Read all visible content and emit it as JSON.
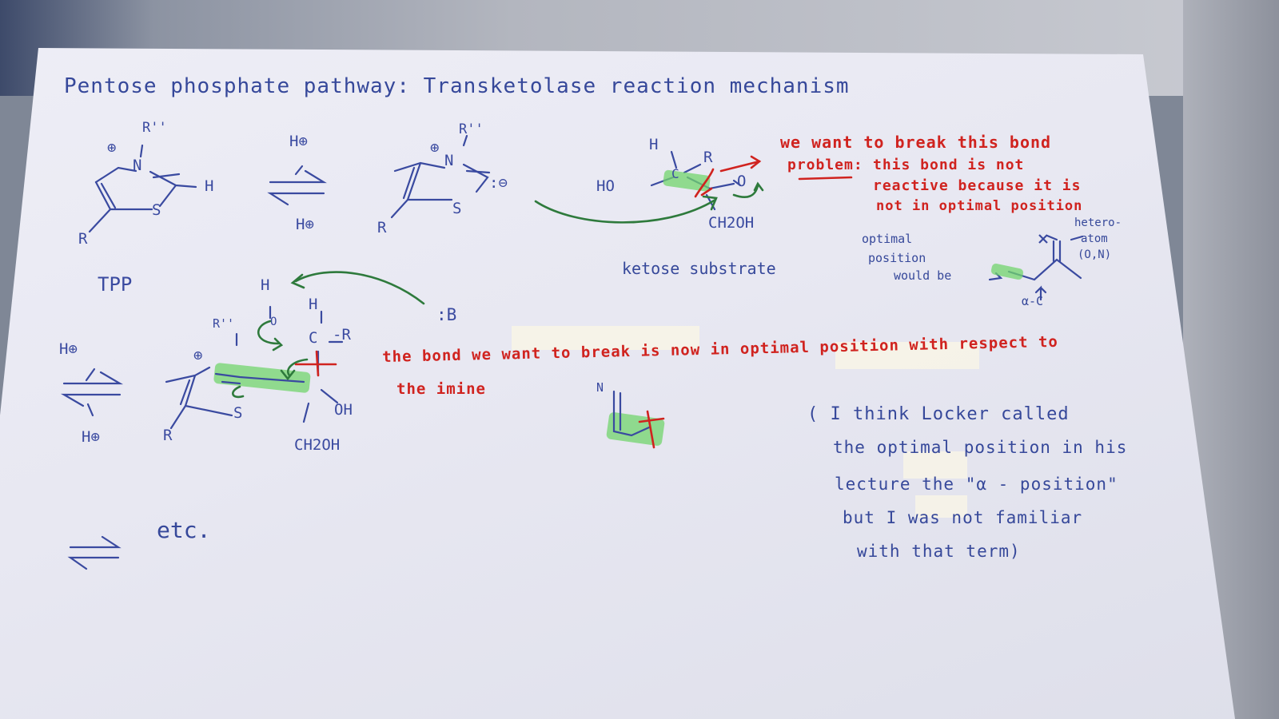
{
  "title": "Pentose phosphate pathway: Transketolase reaction mechanism",
  "tpp": {
    "label": "TPP",
    "r_top": "R''",
    "r_bottom": "R",
    "n": "N",
    "s": "S",
    "h": "H",
    "plus": "⊕",
    "minus": ":⊖"
  },
  "equilibrium": {
    "h_top": "H⊕",
    "h_bottom": "H⊕"
  },
  "ketose": {
    "label": "ketose substrate",
    "ho": "HO",
    "h": "H",
    "c": "C",
    "r": "R",
    "o": "O",
    "ch2oh": "CH2OH"
  },
  "red_note": {
    "line1": "we want to break this bond",
    "line2_underlined": "problem:",
    "line2_rest": "this bond is not",
    "line3": "reactive because it is",
    "line4": "not in optimal position"
  },
  "optimal_box": {
    "left_line1": "optimal",
    "left_line2": "position",
    "left_line3": "would be",
    "x_label": "X",
    "hetero_line1": "hetero-",
    "hetero_line2": "atom",
    "hetero_line3": "(O,N)",
    "alpha_label": "α-C"
  },
  "intermediate": {
    "h_top": "H",
    "o": "O",
    "h_c": "H",
    "c": "C",
    "r": "-R",
    "oh": "OH",
    "ch2oh": "CH2OH",
    "r_top": "R''",
    "r_bottom": "R",
    "s": "S",
    "plus": "⊕",
    "base": ":B"
  },
  "left_equilibrium": {
    "h_top": "H⊕",
    "h_bottom": "H⊕"
  },
  "red_sentence": {
    "line1": "the bond we want to break is now in optimal position with respect to",
    "line2": "the imine"
  },
  "imine_sketch": {
    "n": "N"
  },
  "etc": "etc.",
  "blue_note": {
    "line1": "( I think Locker called",
    "line2": "the optimal position in his",
    "line3": "lecture the \"α - position\"",
    "line4": "but I was not familiar",
    "line5": "with that term)"
  },
  "colors": {
    "ink_blue": "#36489a",
    "ink_red": "#d0231f",
    "ink_green": "#2e7a3c",
    "highlight_green": "#6fd36a",
    "paper": "#ececf5"
  }
}
